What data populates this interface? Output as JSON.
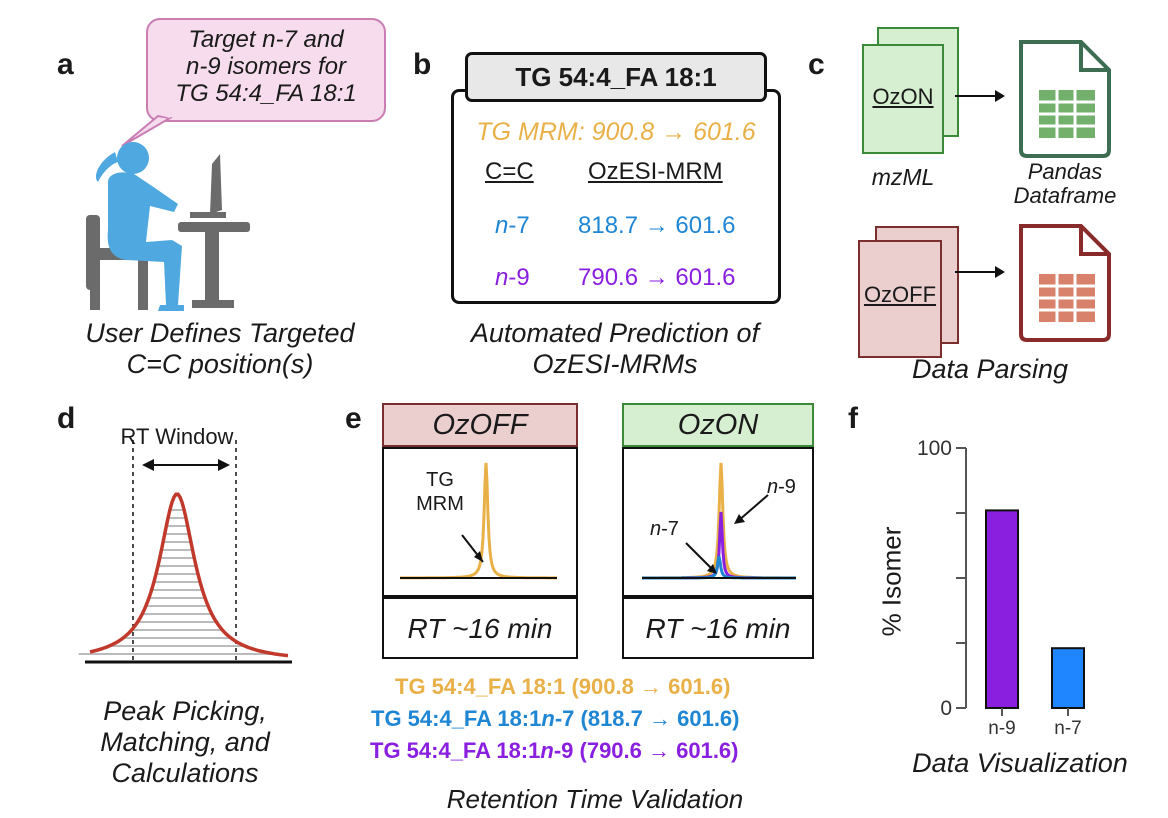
{
  "colors": {
    "orange": "#e9b048",
    "blue": "#1f86d4",
    "purple": "#8a1fe0",
    "person": "#4fa8e0",
    "furniture": "#6b6b6b",
    "bubble_fill": "#f6dcec",
    "bubble_border": "#c97db3",
    "ozon_fill": "#d6efd0",
    "ozon_border": "#3b8a3a",
    "ozoff_fill": "#ebcfcf",
    "ozoff_border": "#7a2e2e",
    "peak_curve": "#c0392b",
    "bar_n9": "#8a1fe0",
    "bar_n7": "#1f86ff"
  },
  "icons": [
    "person-at-computer-icon",
    "speech-bubble-icon",
    "spreadsheet-file-icon",
    "arrow-right-icon",
    "double-arrow-icon"
  ],
  "panel_a": {
    "letter": "a",
    "bubble_lines": [
      "Target n-7 and",
      "n-9  isomers for",
      "TG 54:4_FA 18:1"
    ],
    "caption_lines": [
      "User Defines Targeted",
      "C=C position(s)"
    ]
  },
  "panel_b": {
    "letter": "b",
    "header": "TG 54:4_FA 18:1",
    "tg_mrm": "TG MRM: 900.8 → 601.6",
    "col1_header": "C=C",
    "col2_header": "OzESI-MRM",
    "rows": [
      {
        "n": "n",
        "suffix": "-7",
        "mrm": "818.7 → 601.6"
      },
      {
        "n": "n",
        "suffix": "-9",
        "mrm": "790.6 → 601.6"
      }
    ],
    "caption_lines": [
      "Automated Prediction of",
      "OzESI-MRMs"
    ]
  },
  "panel_c": {
    "letter": "c",
    "ozon_label": "OzON",
    "mzml_label": "mzML",
    "pandas_lines": [
      "Pandas",
      "Dataframe"
    ],
    "ozoff_label": "OzOFF",
    "caption": "Data Parsing"
  },
  "panel_d": {
    "letter": "d",
    "rt_window": "RT Window",
    "caption_lines": [
      "Peak Picking,",
      "Matching, and",
      "Calculations"
    ]
  },
  "panel_e": {
    "letter": "e",
    "ozoff_title": "OzOFF",
    "ozon_title": "OzON",
    "tg_mrm_lines": [
      "TG",
      "MRM"
    ],
    "n7_label": "-7",
    "n9_label": "-9",
    "n_prefix": "n",
    "rt_text": "RT ~16 min",
    "legend": [
      {
        "text": "TG 54:4_FA 18:1 (900.8 → 601.6)"
      },
      {
        "pre": "TG 54:4_FA 18:1",
        "n": "n",
        "post": "-7 (818.7 → 601.6)"
      },
      {
        "pre": "TG 54:4_FA 18:1",
        "n": "n",
        "post": "-9 (790.6 → 601.6)"
      }
    ],
    "caption": "Retention Time Validation"
  },
  "panel_f": {
    "letter": "f",
    "ylabel": "% Isomer",
    "caption": "Data Visualization"
  },
  "chart_data": {
    "type": "bar",
    "categories": [
      "n-9",
      "n-7"
    ],
    "values": [
      76,
      23
    ],
    "ylabel": "% Isomer",
    "ylim": [
      0,
      100
    ],
    "yticks": [
      "0",
      "100"
    ],
    "grid": false
  }
}
